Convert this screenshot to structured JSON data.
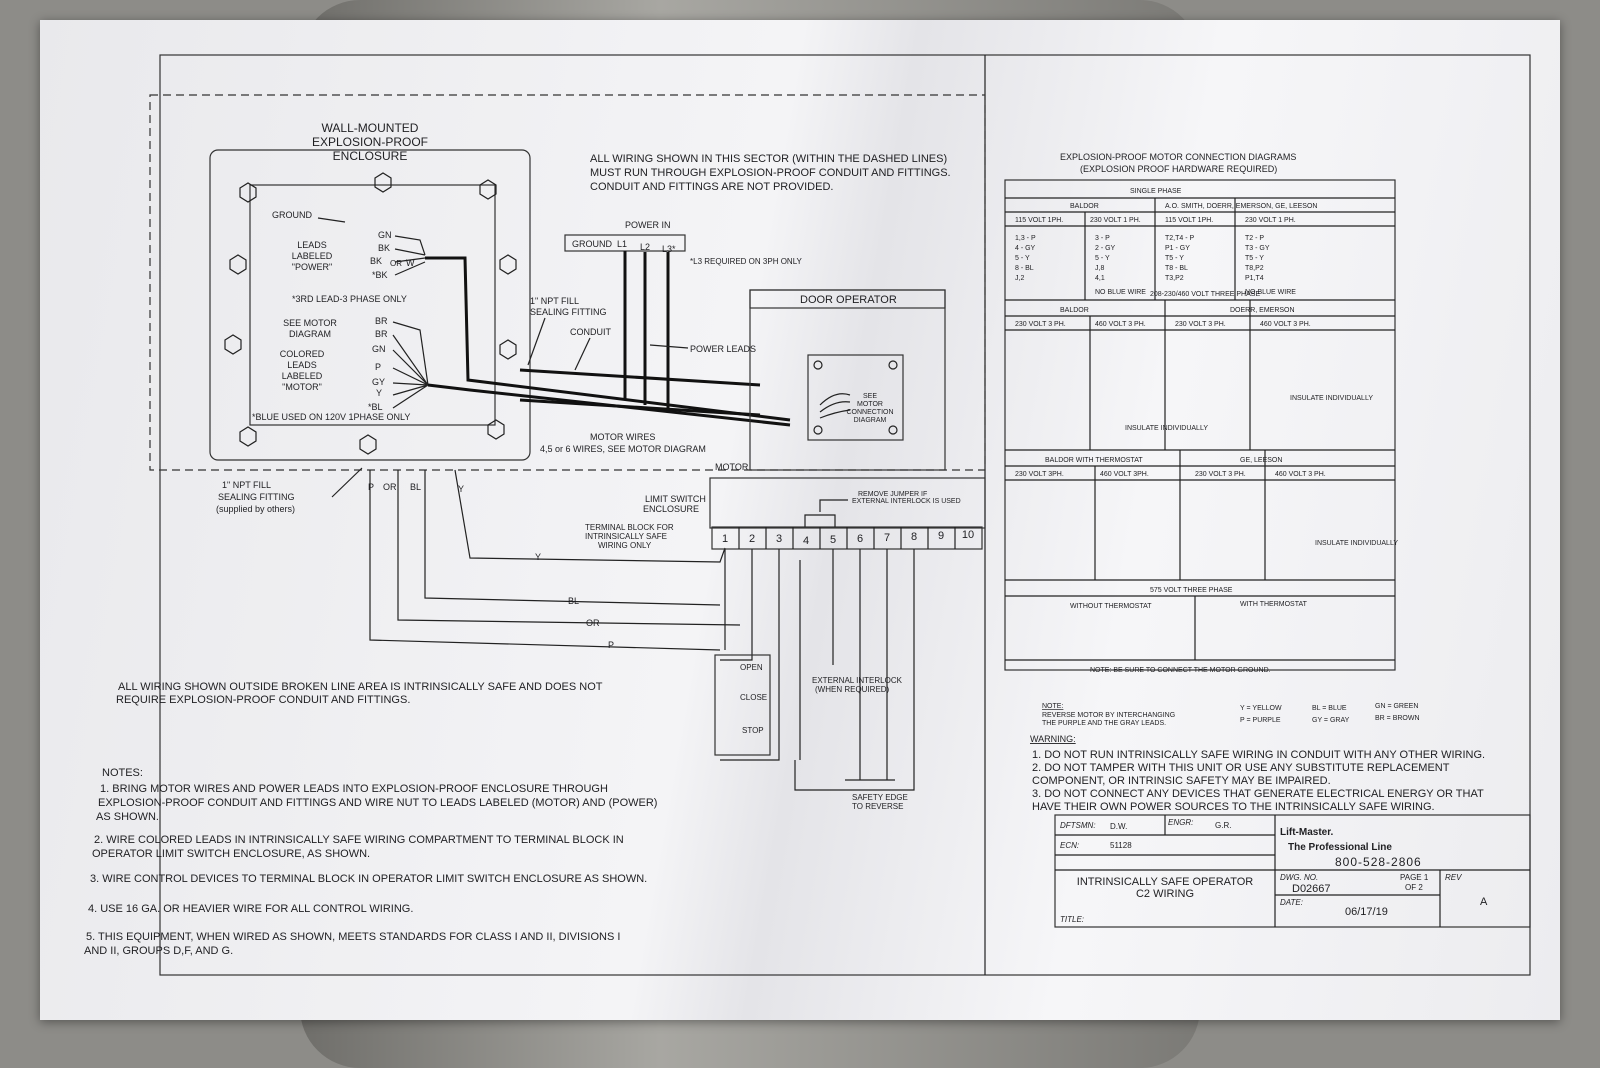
{
  "enclosure": {
    "title": [
      "WALL-MOUNTED",
      "EXPLOSION-PROOF",
      "ENCLOSURE"
    ],
    "ground": "GROUND",
    "power_leads_label": [
      "LEADS",
      "LABELED",
      "\"POWER\""
    ],
    "power_wires": [
      "GN",
      "BK",
      "BK",
      "*BK"
    ],
    "or_label": "OR",
    "w_label": "W",
    "third_lead_note": "*3RD LEAD-3 PHASE ONLY",
    "see_motor_diagram": [
      "SEE MOTOR",
      "DIAGRAM"
    ],
    "motor_leads_label": [
      "COLORED",
      "LEADS",
      "LABELED",
      "\"MOTOR\""
    ],
    "motor_wires": [
      "BR",
      "BR",
      "GN",
      "P",
      "GY",
      "Y",
      "*BL"
    ],
    "blue_note": "*BLUE USED ON 120V 1PHASE ONLY"
  },
  "sector_note": [
    "ALL WIRING SHOWN IN THIS SECTOR (WITHIN THE DASHED LINES)",
    "MUST RUN THROUGH EXPLOSION-PROOF CONDUIT AND FITTINGS.",
    "CONDUIT AND FITTINGS ARE NOT PROVIDED."
  ],
  "power_in": {
    "title": "POWER IN",
    "terminals": [
      "GROUND",
      "L1",
      "L2",
      "L3*"
    ],
    "l3_note": "*L3 REQUIRED ON 3PH ONLY"
  },
  "npt_fill_top": [
    "1\" NPT FILL",
    "SEALING FITTING"
  ],
  "conduit": "CONDUIT",
  "power_leads": "POWER LEADS",
  "door_operator": "DOOR OPERATOR",
  "see_motor_connection": [
    "SEE",
    "MOTOR",
    "CONNECTION",
    "DIAGRAM"
  ],
  "motor_wires_note": [
    "MOTOR WIRES",
    "4,5 or 6 WIRES, SEE MOTOR DIAGRAM"
  ],
  "motor": "MOTOR",
  "npt_fill_bottom": [
    "1\" NPT FILL",
    "SEALING FITTING",
    "(supplied by others)"
  ],
  "is_wires": [
    "P",
    "OR",
    "BL",
    "Y"
  ],
  "limit_switch": [
    "LIMIT SWITCH",
    "ENCLOSURE"
  ],
  "terminal_block_label": [
    "TERMINAL BLOCK FOR",
    "INTRINSICALLY SAFE",
    "WIRING ONLY"
  ],
  "terminals": [
    "1",
    "2",
    "3",
    "4",
    "5",
    "6",
    "7",
    "8",
    "9",
    "10"
  ],
  "jumper_note": [
    "REMOVE JUMPER IF",
    "EXTERNAL INTERLOCK IS USED"
  ],
  "controls": {
    "open": "OPEN",
    "close": "CLOSE",
    "stop": "STOP",
    "interlock": [
      "EXTERNAL INTERLOCK",
      "(WHEN REQUIRED)"
    ],
    "safety_edge": [
      "SAFETY EDGE",
      "TO REVERSE"
    ]
  },
  "outside_note": [
    "ALL WIRING SHOWN OUTSIDE BROKEN LINE AREA IS INTRINSICALLY SAFE AND DOES NOT",
    "REQUIRE EXPLOSION-PROOF CONDUIT AND FITTINGS."
  ],
  "notes": {
    "title": "NOTES:",
    "items": [
      "1. BRING MOTOR WIRES AND POWER LEADS INTO EXPLOSION-PROOF ENCLOSURE THROUGH",
      "EXPLOSION-PROOF CONDUIT AND FITTINGS AND WIRE NUT TO LEADS LABELED (MOTOR) AND (POWER)",
      "AS SHOWN.",
      "2. WIRE COLORED LEADS IN INTRINSICALLY SAFE WIRING COMPARTMENT TO TERMINAL BLOCK IN",
      "OPERATOR LIMIT SWITCH ENCLOSURE, AS SHOWN.",
      "3. WIRE CONTROL DEVICES TO TERMINAL BLOCK IN OPERATOR LIMIT SWITCH ENCLOSURE AS SHOWN.",
      "4. USE 16 GA. OR HEAVIER WIRE FOR ALL CONTROL WIRING.",
      "5. THIS EQUIPMENT, WHEN WIRED AS SHOWN, MEETS STANDARDS FOR CLASS I AND II, DIVISIONS I",
      "AND II, GROUPS D,F, AND G."
    ]
  },
  "motor_table": {
    "title": [
      "EXPLOSION-PROOF MOTOR CONNECTION DIAGRAMS",
      "(EXPLOSION PROOF HARDWARE REQUIRED)"
    ],
    "single_phase": "SINGLE PHASE",
    "baldor": "BALDOR",
    "ao_smith": "A.O. SMITH, DOERR, EMERSON, GE, LEESON",
    "sp_cols": [
      "115 VOLT 1PH.",
      "230 VOLT 1 PH.",
      "115 VOLT 1PH.",
      "230 VOLT 1 PH."
    ],
    "sp_rows": [
      [
        "1,3 - P",
        "4 - GY",
        "5 - Y",
        "8 - BL",
        "J,2"
      ],
      [
        "3 - P",
        "2 - GY",
        "5 - Y",
        "J,8",
        "4,1",
        "NO BLUE WIRE"
      ],
      [
        "T2,T4 - P",
        "P1 - GY",
        "T5 - Y",
        "T8 - BL",
        "T3,P2"
      ],
      [
        "T2 - P",
        "T3 - GY",
        "T5 - Y",
        "T8,P2",
        "P1,T4",
        "NO BLUE WIRE"
      ]
    ],
    "three_phase": "208-230/460 VOLT THREE PHASE",
    "tp_groups": [
      "BALDOR",
      "DOERR, EMERSON"
    ],
    "tp_cols": [
      "230 VOLT 3 PH.",
      "460 VOLT 3 PH.",
      "230 VOLT 3 PH.",
      "460 VOLT 3 PH."
    ],
    "insulate": "INSULATE INDIVIDUALLY",
    "thermostat_groups": [
      "BALDOR WITH THERMOSTAT",
      "GE, LEESON"
    ],
    "thermostat_cols": [
      "230 VOLT 3PH.",
      "460 VOLT 3PH.",
      "230 VOLT 3 PH.",
      "460 VOLT 3 PH."
    ],
    "v575": "575 VOLT THREE PHASE",
    "v575_cols": [
      "WITHOUT THERMOSTAT",
      "WITH THERMOSTAT"
    ],
    "ground_note": "NOTE: BE SURE TO CONNECT THE MOTOR GROUND."
  },
  "reverse_note": {
    "title": "NOTE:",
    "lines": [
      "REVERSE MOTOR BY INTERCHANGING",
      "THE PURPLE AND THE GRAY LEADS."
    ]
  },
  "color_legend": [
    "Y = YELLOW",
    "BL = BLUE",
    "GN = GREEN",
    "P = PURPLE",
    "GY = GRAY",
    "BR = BROWN"
  ],
  "warning": {
    "title": "WARNING:",
    "lines": [
      "1. DO NOT RUN INTRINSICALLY SAFE WIRING IN CONDUIT WITH ANY OTHER WIRING.",
      "2. DO NOT TAMPER WITH THIS UNIT OR USE ANY SUBSTITUTE REPLACEMENT",
      "COMPONENT, OR INTRINSIC SAFETY MAY BE IMPAIRED.",
      "3. DO NOT CONNECT ANY DEVICES THAT GENERATE ELECTRICAL ENERGY OR THAT",
      "HAVE THEIR OWN POWER SOURCES TO THE INTRINSICALLY SAFE WIRING."
    ]
  },
  "title_block": {
    "dftsmn_label": "DFTSMN:",
    "dftsmn": "D.W.",
    "engr_label": "ENGR:",
    "engr": "G.R.",
    "ecn_label": "ECN:",
    "ecn": "51128",
    "title_label": "TITLE:",
    "title": [
      "INTRINSICALLY SAFE OPERATOR",
      "C2 WIRING"
    ],
    "brand": "Lift-Master.",
    "tagline": "The Professional Line",
    "phone": "800-528-2806",
    "dwg_label": "DWG. NO.",
    "dwg": "D02667",
    "page_label": [
      "PAGE 1",
      "OF 2"
    ],
    "rev_label": "REV",
    "rev": "A",
    "date_label": "DATE:",
    "date": "06/17/19"
  }
}
